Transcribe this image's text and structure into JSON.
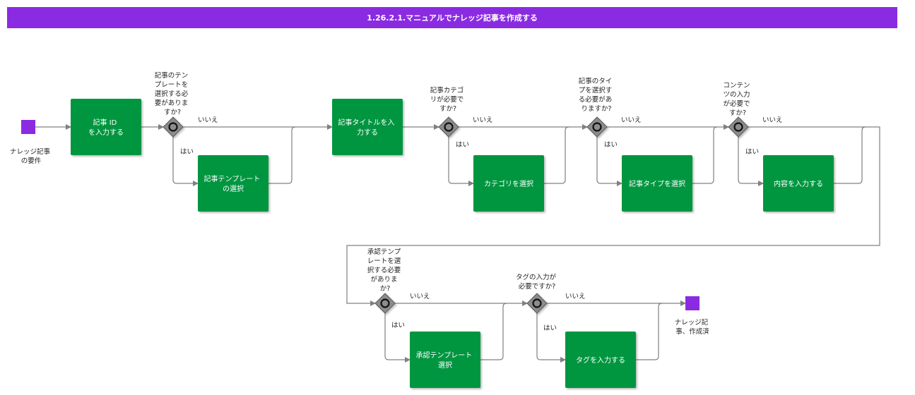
{
  "title": "1.26.2.1.マニュアルでナレッジ記事を作成する",
  "colors": {
    "header": "#8a2be2",
    "event": "#8a2be2",
    "task": "#00963f",
    "gateway": "#8c8c8c",
    "edge": "#808080"
  },
  "start_event": {
    "label": [
      "ナレッジ記事",
      "の要件"
    ]
  },
  "end_event": {
    "label": [
      "ナレッジ記",
      "事、作成済"
    ]
  },
  "tasks": {
    "t1": [
      "記事 ID",
      "を入力する"
    ],
    "t2": [
      "記事テンプレート",
      "の選択"
    ],
    "t3": [
      "記事タイトルを入",
      "力する"
    ],
    "t4": [
      "カテゴリを選択"
    ],
    "t5": [
      "記事タイプを選択"
    ],
    "t6": [
      "内容を入力する"
    ],
    "t7": [
      "承認テンプレート",
      "選択"
    ],
    "t8": [
      "タグを入力する"
    ]
  },
  "gateways": {
    "g1": [
      "記事のテン",
      "プレートを",
      "選択する必",
      "要がありま",
      "すか?"
    ],
    "g2": [
      "記事カテゴ",
      "リが必要で",
      "すか?"
    ],
    "g3": [
      "記事のタイ",
      "プを選択す",
      "る必要があ",
      "りますか?"
    ],
    "g4": [
      "コンテン",
      "ツの入力",
      "が必要で",
      "すか?"
    ],
    "g5": [
      "承認テンプ",
      "レートを選",
      "択する必要",
      "がありま",
      "か?"
    ],
    "g6": [
      "タグの入力が",
      "必要ですか?"
    ]
  },
  "branch_labels": {
    "no": "いいえ",
    "yes": "はい"
  }
}
